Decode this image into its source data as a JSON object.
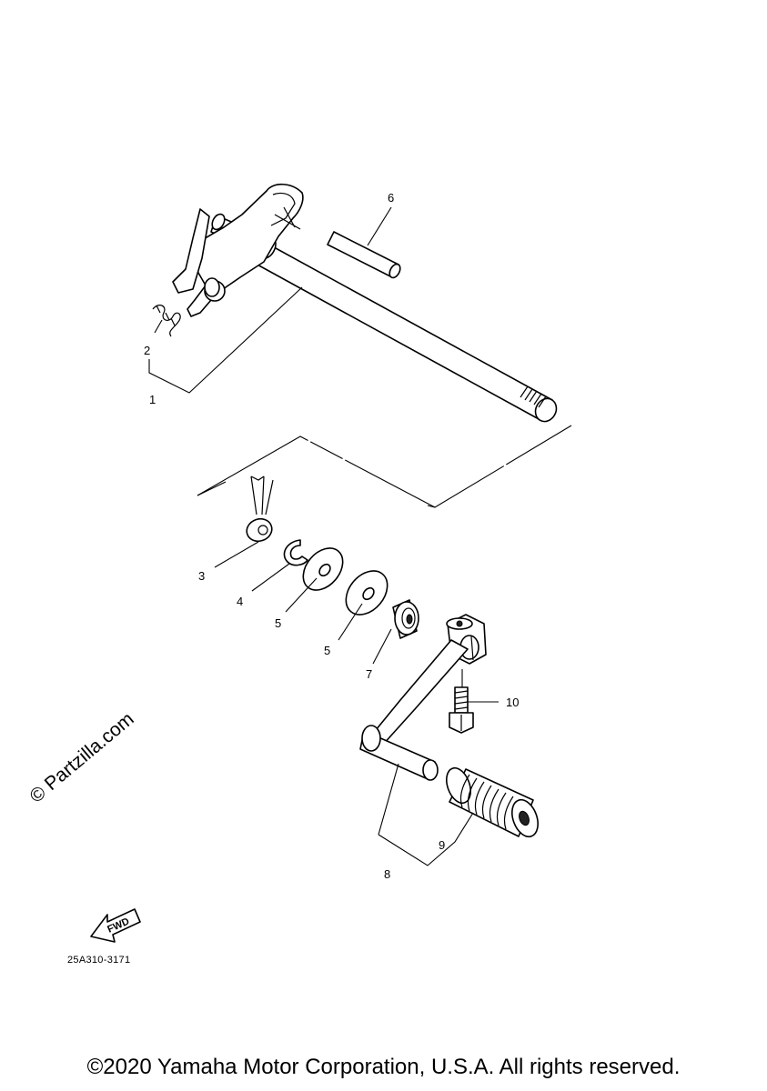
{
  "callouts": [
    "1",
    "2",
    "3",
    "4",
    "5",
    "5",
    "7",
    "6",
    "8",
    "9",
    "10"
  ],
  "watermark": "© Partzilla.com",
  "fwd_label": "FWD",
  "diagram_code": "25A310-3171",
  "copyright": "©2020 Yamaha Motor Corporation, U.S.A. All rights reserved.",
  "colors": {
    "line": "#000000",
    "background": "#ffffff"
  }
}
